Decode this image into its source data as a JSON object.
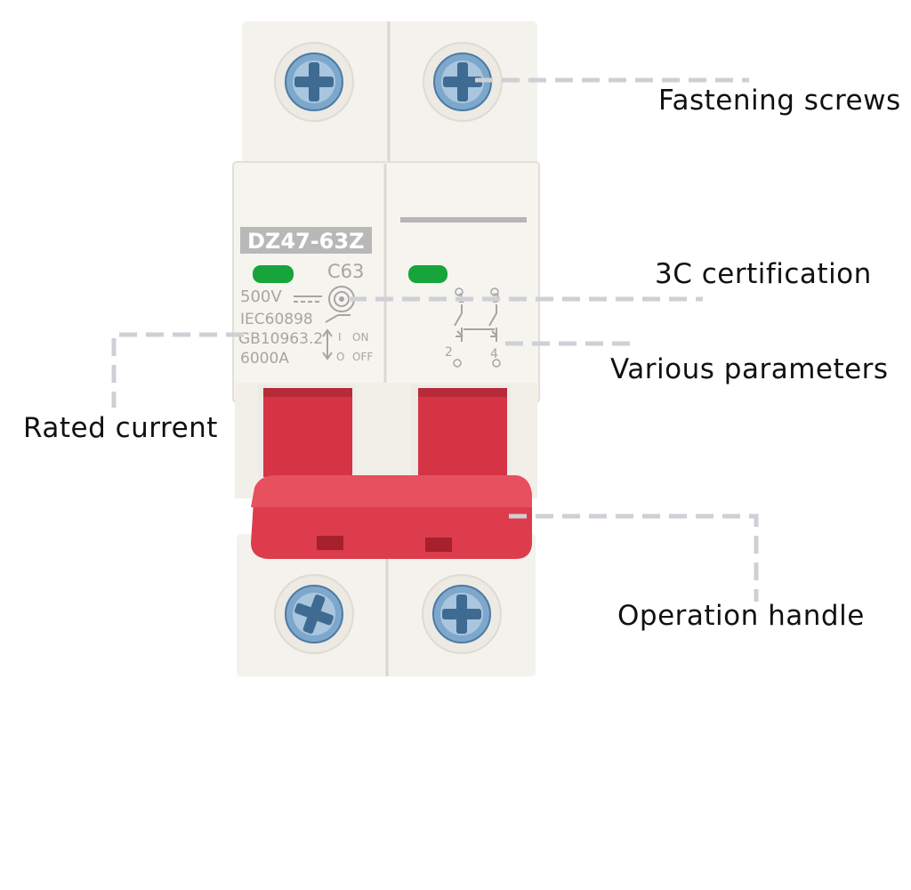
{
  "callouts": {
    "fastening_screws": "Fastening screws",
    "certification_3c": "3C certification",
    "various_parameters": "Various parameters",
    "rated_current": "Rated current",
    "operation_handle": "Operation handle"
  },
  "breaker": {
    "model": "DZ47-63Z",
    "rating": "C63",
    "voltage": "500V",
    "standard_1": "IEC60898",
    "standard_2": "GB10963.2",
    "breaking_capacity": "6000A",
    "switch_on_symbol": "I",
    "switch_on_label": "ON",
    "switch_off_symbol": "O",
    "switch_off_label": "OFF",
    "terminal_1": "1",
    "terminal_2": "2",
    "terminal_3": "3",
    "terminal_4": "4"
  },
  "colors": {
    "body": "#f3f1ea",
    "handle_red": "#d93a4a",
    "indicator_green": "#17a43a",
    "screw_blue": "#6f9ec6",
    "leader_grey": "#cfcfd6"
  }
}
